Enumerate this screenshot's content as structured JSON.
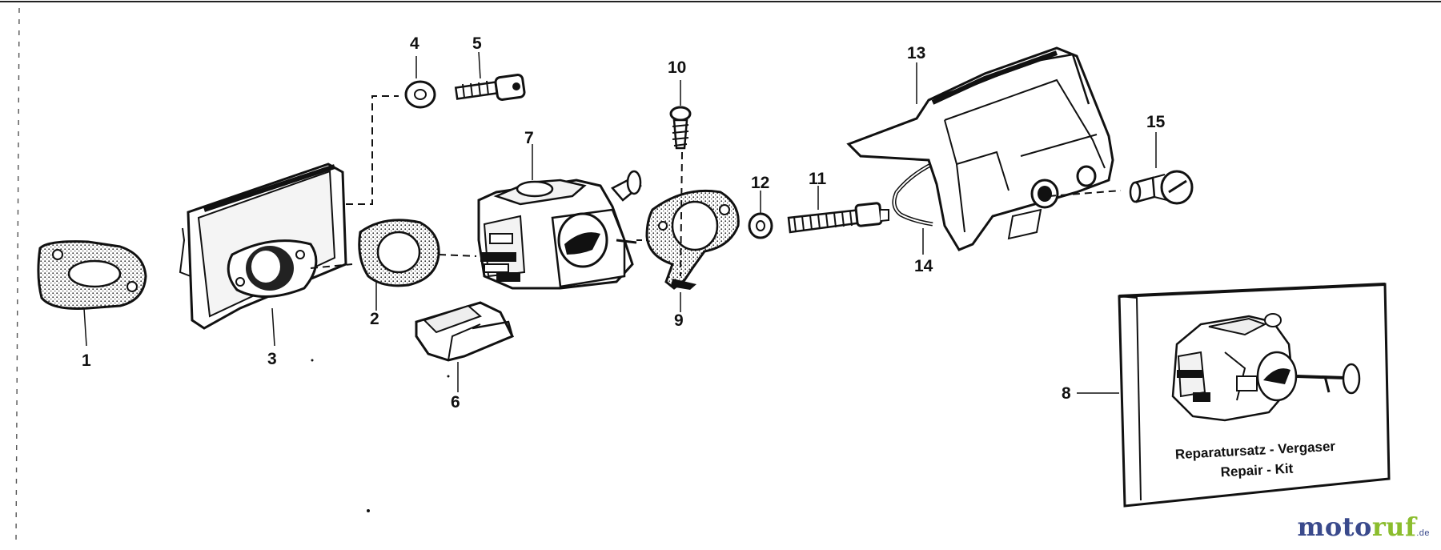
{
  "labels": {
    "p1": "1",
    "p2": "2",
    "p3": "3",
    "p4": "4",
    "p5": "5",
    "p6": "6",
    "p7": "7",
    "p8": "8",
    "p9": "9",
    "p10": "10",
    "p11": "11",
    "p12": "12",
    "p13": "13",
    "p14": "14",
    "p15": "15"
  },
  "kit": {
    "line1": "Reparatursatz - Vergaser",
    "line2": "Repair - Kit"
  },
  "brand": {
    "part1": "moto",
    "part2": "ruf",
    "part3": ".de"
  }
}
